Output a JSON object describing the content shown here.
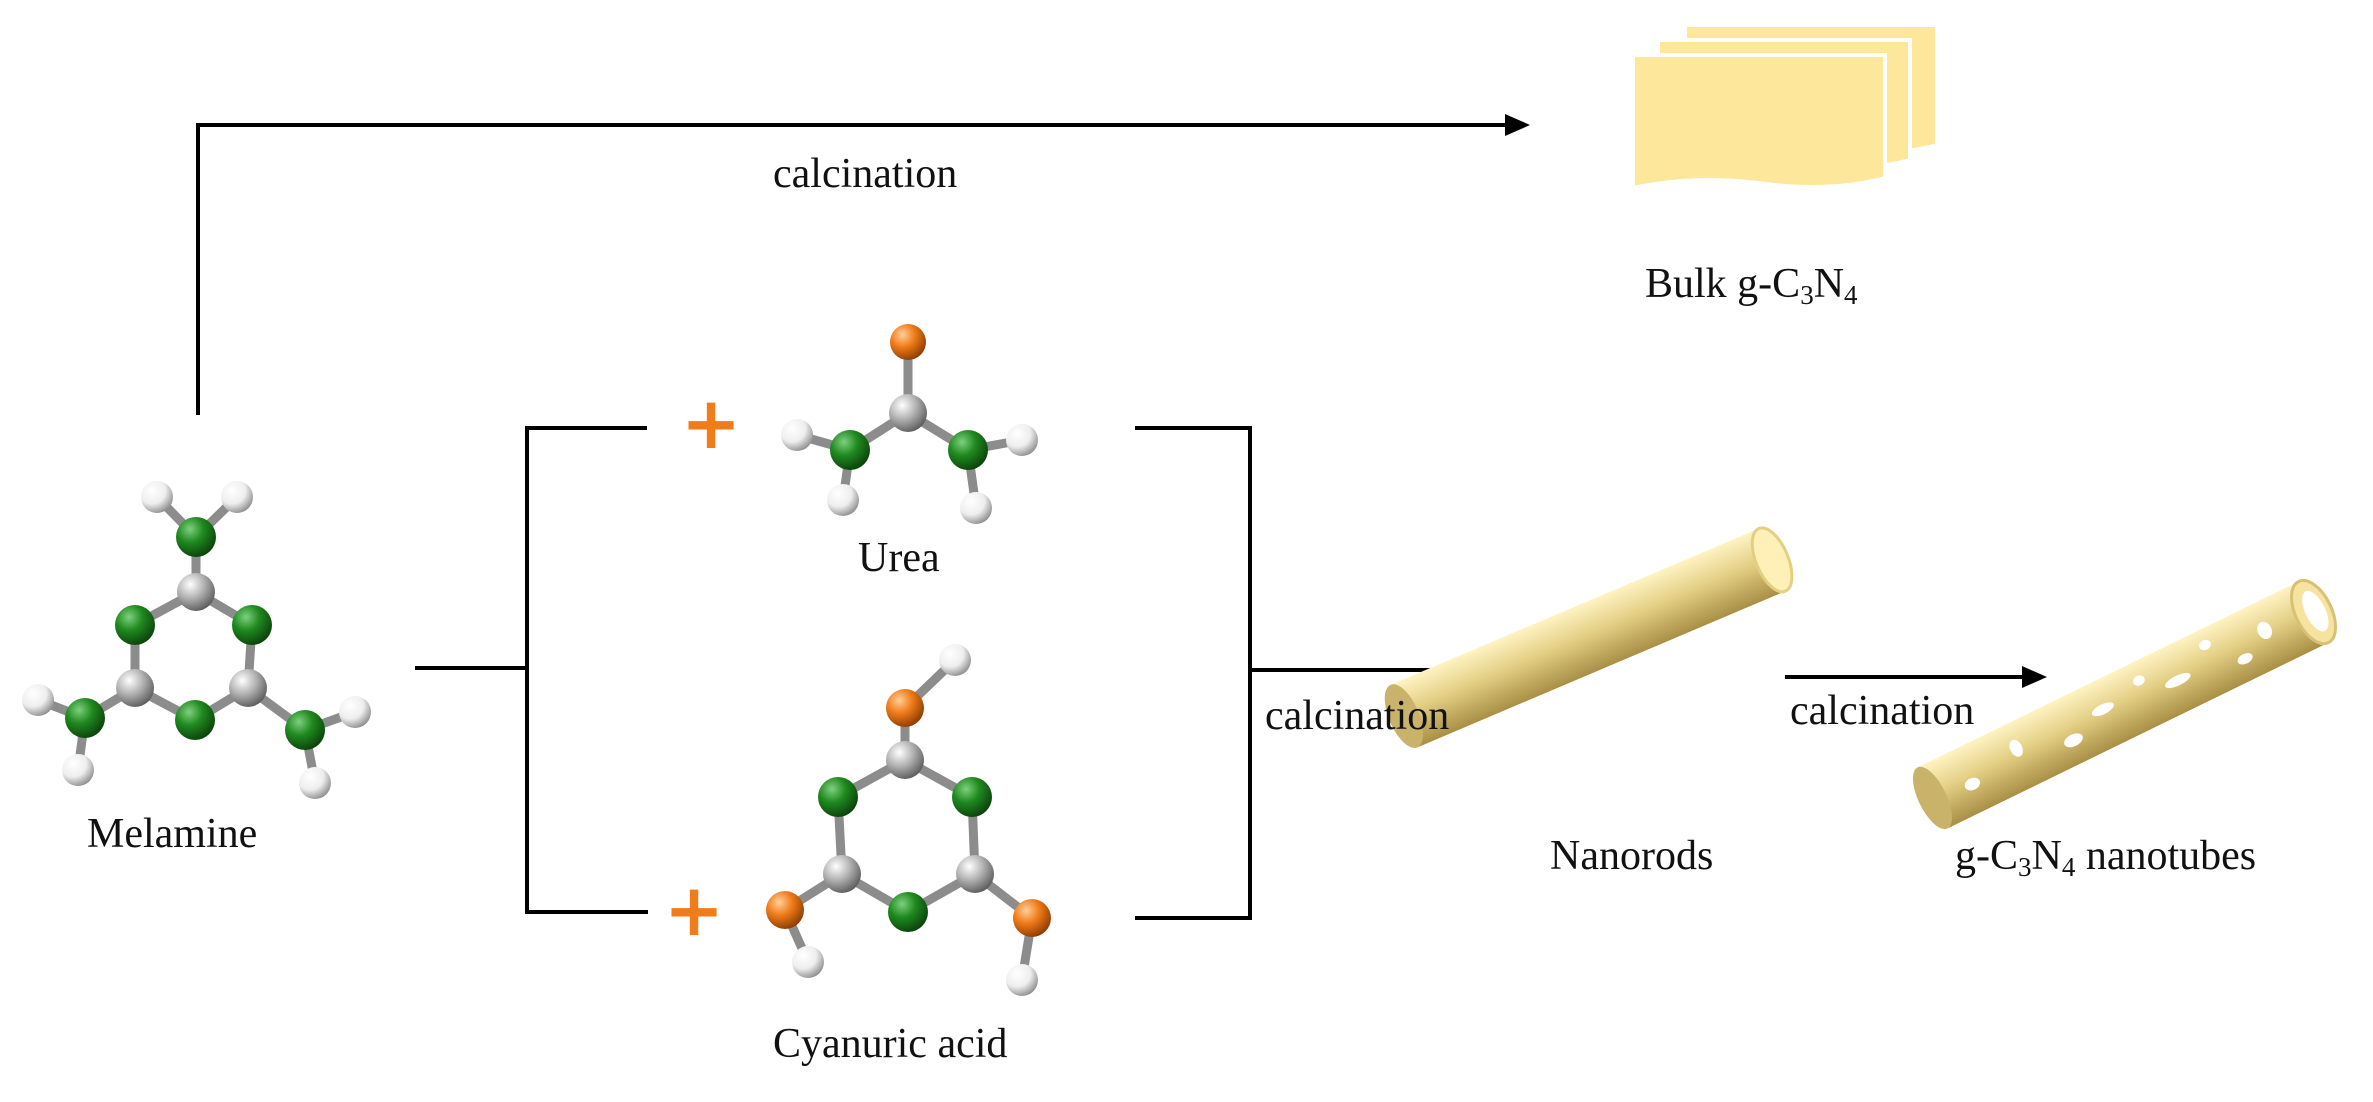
{
  "labels": {
    "calcination_top": "calcination",
    "bulk_prefix": "Bulk g-C",
    "bulk_sub1": "3",
    "bulk_mid": "N",
    "bulk_sub2": "4",
    "melamine": "Melamine",
    "urea": "Urea",
    "cyanuric_acid": "Cyanuric acid",
    "calcination_mid": "calcination",
    "calcination_right": "calcination",
    "nanorods": "Nanorods",
    "nanotubes_prefix": "g-C",
    "nanotubes_sub1": "3",
    "nanotubes_mid": "N",
    "nanotubes_sub2": "4",
    "nanotubes_suffix": " nanotubes"
  },
  "plus_signs": [
    "+",
    "+"
  ],
  "colors": {
    "nitrogen": "#1e7a1e",
    "carbon": "#a8a8a8",
    "hydrogen": "#f2f2f2",
    "oxygen": "#f07c1a",
    "plus": "#f07c1a",
    "sheet": "#fde79a",
    "rod": "#e3cf84",
    "line": "#000000"
  }
}
